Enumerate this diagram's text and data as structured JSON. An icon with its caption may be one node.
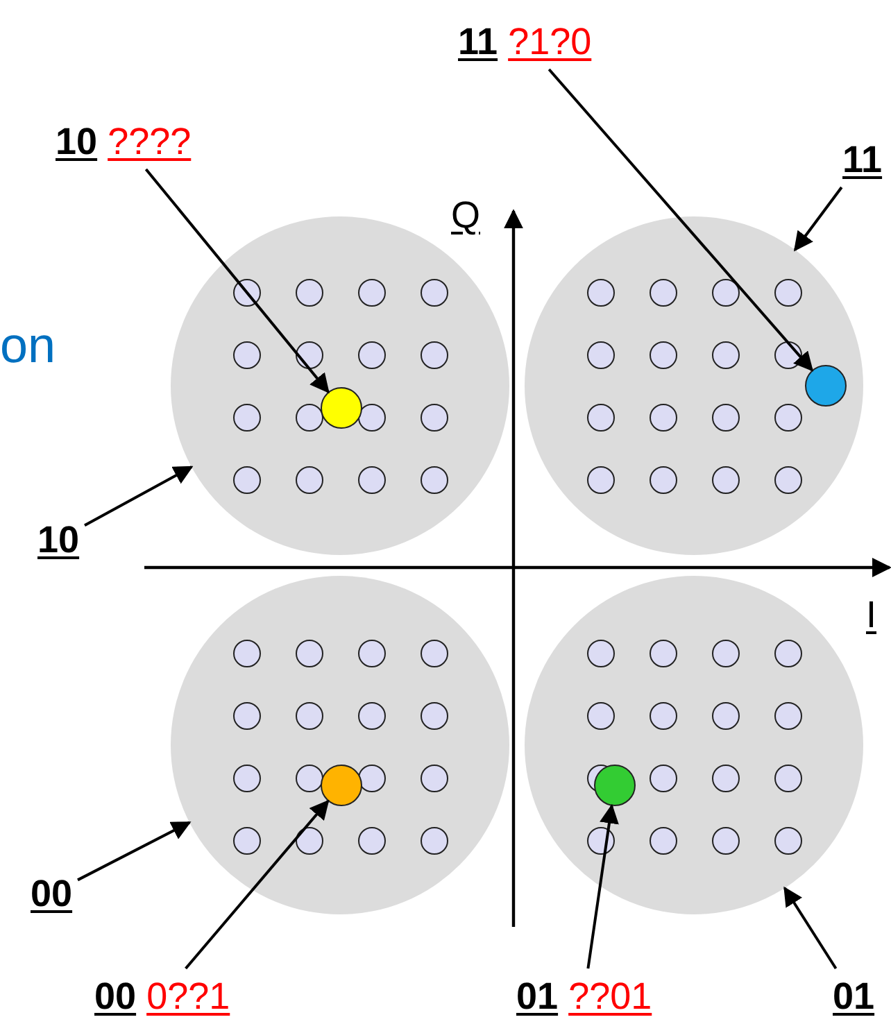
{
  "diagram": {
    "nodes": [
      {
        "text": [
          "11",
          "?1?0"
        ]
      },
      {
        "text": [
          "10",
          "????"
        ]
      },
      {
        "text": [
          "11"
        ]
      },
      {
        "text": [],
        "shape": "circle"
      },
      {
        "text": [],
        "shape": "circle"
      },
      {
        "text": [],
        "shape": "circle",
        "in": 3
      },
      {
        "text": [],
        "shape": "circle",
        "in": 4
      },
      {
        "text": [
          "10"
        ]
      },
      {
        "text": [],
        "shape": "circle"
      },
      {
        "text": [],
        "shape": "circle"
      },
      {
        "text": [],
        "shape": "circle",
        "in": 8
      },
      {
        "text": [],
        "shape": "circle",
        "in": 9
      },
      {
        "text": [
          "00"
        ]
      },
      {
        "text": [
          "00",
          "0??1"
        ]
      },
      {
        "text": [
          "01",
          "??01"
        ]
      },
      {
        "text": [
          "01"
        ]
      }
    ],
    "edges": [
      {
        "from": 0,
        "to": 6,
        "arrow": "to"
      },
      {
        "from": 1,
        "to": 5,
        "arrow": "to"
      },
      {
        "from": 2,
        "to": 4,
        "arrow": "to"
      },
      {
        "from": 7,
        "to": 3,
        "arrow": "to"
      },
      {
        "from": 12,
        "to": 8,
        "arrow": "to"
      },
      {
        "from": 13,
        "to": 10,
        "arrow": "to"
      },
      {
        "from": 14,
        "to": 11,
        "arrow": "to"
      },
      {
        "from": 15,
        "to": 9,
        "arrow": "to"
      }
    ],
    "labels": [
      "on",
      "Q",
      "I"
    ]
  }
}
